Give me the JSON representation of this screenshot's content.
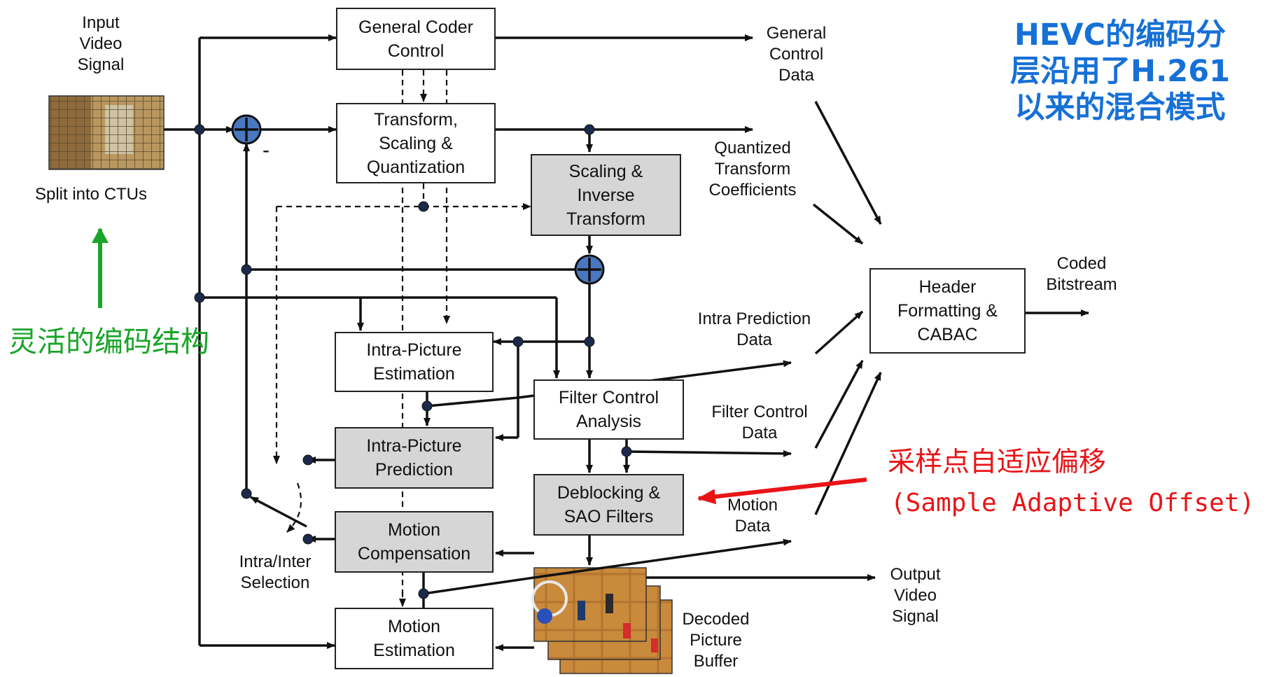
{
  "blocks": {
    "general_coder_control": "General Coder\nControl",
    "transform_scaling_quantization": "Transform,\nScaling &\nQuantization",
    "scaling_inverse_transform": "Scaling &\nInverse\nTransform",
    "intra_picture_estimation": "Intra-Picture\nEstimation",
    "filter_control_analysis": "Filter Control\nAnalysis",
    "intra_picture_prediction": "Intra-Picture\nPrediction",
    "deblocking_sao_filters": "Deblocking &\nSAO Filters",
    "motion_compensation": "Motion\nCompensation",
    "motion_estimation": "Motion\nEstimation",
    "header_formatting_cabac": "Header\nFormatting &\nCABAC"
  },
  "labels": {
    "input_video_signal": "Input\nVideo\nSignal",
    "split_into_ctus": "Split into CTUs",
    "general_control_data": "General\nControl\nData",
    "quantized_transform_coefficients": "Quantized\nTransform\nCoefficients",
    "coded_bitstream": "Coded\nBitstream",
    "intra_prediction_data": "Intra Prediction\nData",
    "filter_control_data": "Filter Control\nData",
    "motion_data": "Motion\nData",
    "intra_inter_selection": "Intra/Inter\nSelection",
    "output_video_signal": "Output\nVideo\nSignal",
    "decoded_picture_buffer": "Decoded\nPicture\nBuffer",
    "minus_sign": "-"
  },
  "annotations": {
    "hevc_note": "HEVC的编码分\n层沿用了H.261\n以来的混合模式",
    "flexible_structure": "灵活的编码结构",
    "sao_chinese": "采样点自适应偏移",
    "sao_english": "(Sample Adaptive Offset)"
  },
  "colors": {
    "blue_note": "#1670d6",
    "green_note": "#1aa52a",
    "red_note": "#e81416",
    "adder_fill": "#4a78c0",
    "gray_block": "#d6d6d6"
  }
}
